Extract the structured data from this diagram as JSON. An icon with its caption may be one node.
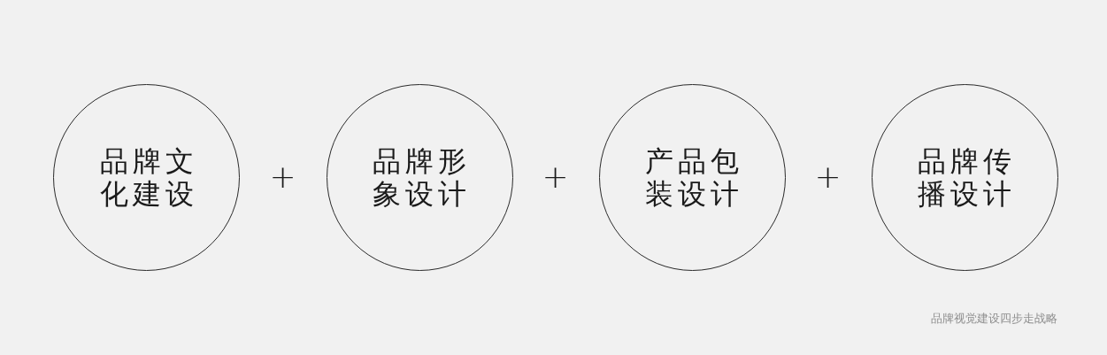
{
  "diagram": {
    "caption": "品牌视觉建设四步走战略",
    "nodes": [
      {
        "text": [
          "品牌文化建设"
        ]
      },
      {
        "text": [
          "品牌形象设计"
        ]
      },
      {
        "text": [
          "产品包装设计"
        ]
      },
      {
        "text": [
          "品牌传播设计"
        ]
      }
    ],
    "labels": [
      "+",
      "+",
      "+"
    ]
  }
}
